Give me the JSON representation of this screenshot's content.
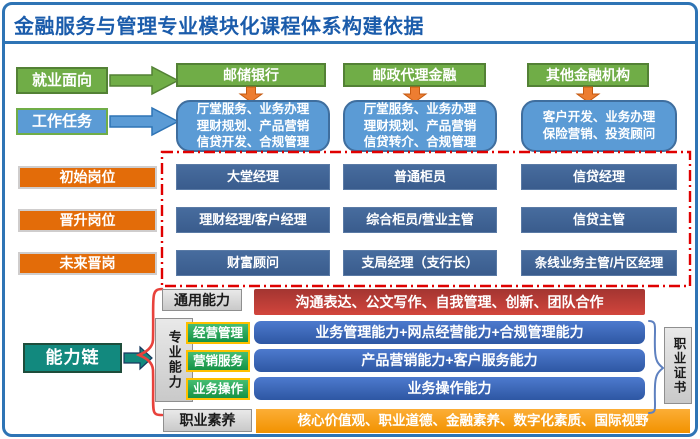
{
  "title": "金融服务与管理专业模块化课程体系构建依据",
  "legend": {
    "employment_label": "就业面向",
    "task_label": "工作任务",
    "capability_label": "能力链"
  },
  "employment": {
    "columns": [
      {
        "org": "邮储银行",
        "tasks": [
          "厅堂服务、业务办理",
          "理财规划、产品营销",
          "信贷开发、合规管理"
        ]
      },
      {
        "org": "邮政代理金融",
        "tasks": [
          "厅堂服务、业务办理",
          "理财规划、产品营销",
          "信贷转介、合规管理"
        ]
      },
      {
        "org": "其他金融机构",
        "tasks": [
          "客户开发、业务办理",
          "保险营销、投资顾问"
        ]
      }
    ]
  },
  "positions": {
    "rows": [
      {
        "label": "初始岗位",
        "jobs": [
          "大堂经理",
          "普通柜员",
          "信贷经理"
        ]
      },
      {
        "label": "晋升岗位",
        "jobs": [
          "理财经理/客户经理",
          "综合柜员/营业主管",
          "信贷主管"
        ]
      },
      {
        "label": "未来晋岗",
        "jobs": [
          "财富顾问",
          "支局经理（支行长）",
          "条线业务主管/片区经理"
        ]
      }
    ]
  },
  "capability": {
    "general": {
      "label": "通用能力",
      "content": "沟通表达、公文写作、自我管理、创新、团队合作"
    },
    "professional": {
      "label": "专业能力",
      "modules": [
        {
          "tag": "经营管理",
          "content": "业务管理能力+网点经营能力+合规管理能力"
        },
        {
          "tag": "营销服务",
          "content": "产品营销能力+客户服务能力"
        },
        {
          "tag": "业务操作",
          "content": "业务操作能力"
        }
      ]
    },
    "quality": {
      "label": "职业素养",
      "content": "核心价值观、职业道德、金融素养、数字化素质、国际视野"
    },
    "certificate_label": "职业证书"
  },
  "colors": {
    "accent_blue": "#2E74B5",
    "title_blue": "#1B5CAB",
    "green": "#70AD47",
    "mid_blue": "#5B9BD5",
    "dark_blue": "#3D6091",
    "orange_label": "#E36C09",
    "arrow_orange": "#ED7D31",
    "red_bar": "#C8352E",
    "capability_blue": "#3566B8",
    "chain_green": "#22A457",
    "tag_border_yellow": "#FFC000",
    "teal": "#12897E",
    "bottom_orange": "#F9A11B",
    "gray_box": "#D6D6D6",
    "dashed_red": "#E00000"
  }
}
